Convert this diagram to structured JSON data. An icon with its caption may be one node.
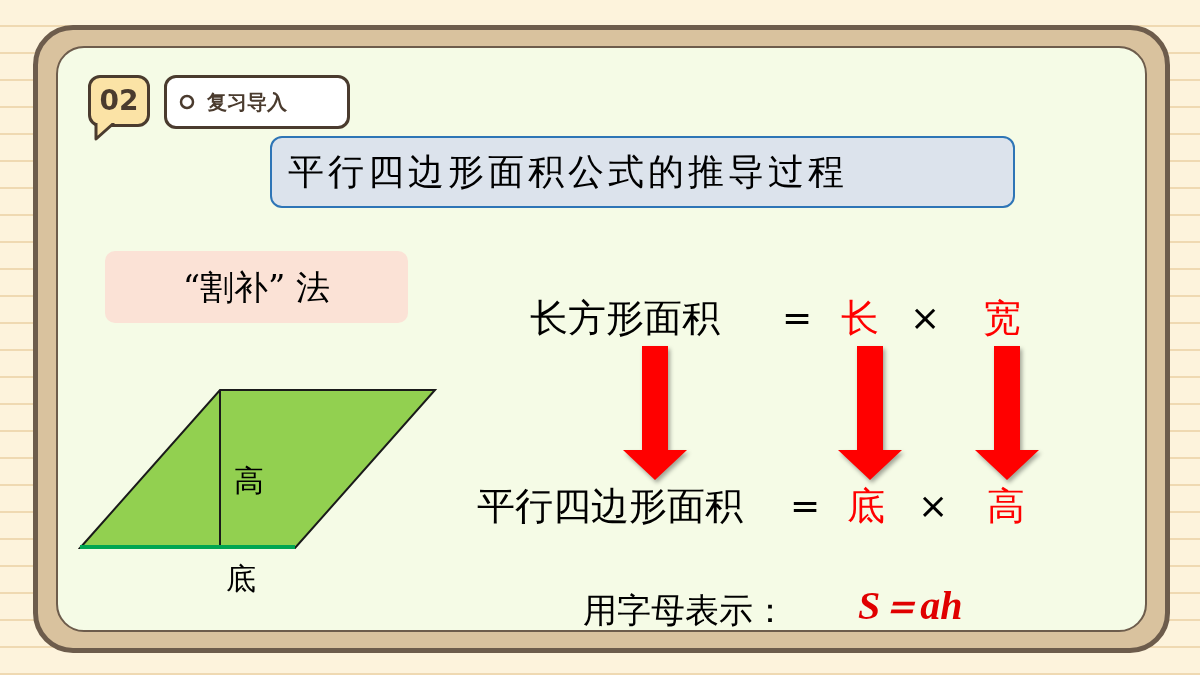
{
  "diagram": {
    "title": "平行四边形面积公式的推导过程",
    "nodes": [
      {
        "text": [
          "长方形面积"
        ]
      },
      {
        "text": [
          "长"
        ]
      },
      {
        "text": [
          "宽"
        ]
      },
      {
        "text": [
          "平行四边形面积"
        ]
      },
      {
        "text": [
          "底"
        ]
      },
      {
        "text": [
          "高"
        ]
      },
      {
        "text": [
          "高"
        ],
        "beside": [
          "底"
        ]
      }
    ],
    "edges": [
      {
        "from": 0,
        "to": 3,
        "arrow": "to",
        "style": "thick"
      },
      {
        "from": 1,
        "to": 4,
        "arrow": "to",
        "style": "thick"
      },
      {
        "from": 2,
        "to": 5,
        "arrow": "to",
        "style": "thick"
      }
    ],
    "labels": [
      "02",
      "复习导入",
      "“割补” 法",
      "=",
      "×",
      "=",
      "×",
      "用字母表示：",
      "S＝ah"
    ]
  }
}
